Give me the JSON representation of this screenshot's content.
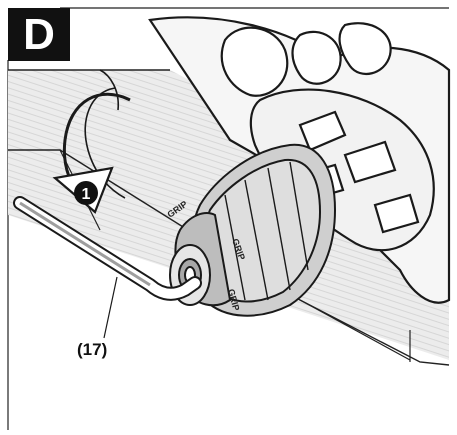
{
  "figure": {
    "panel_letter": "D",
    "step_marker": "1",
    "part_label": "(17)",
    "chuck_markings": {
      "grip_upper": "GRIP",
      "grip_side": "GRIP",
      "grip_lower": "GRIP"
    },
    "colors": {
      "badge": "#111111",
      "line": "#1a1a1a",
      "shade": "#bdbdbd",
      "wood": "#e8e8e8"
    }
  }
}
